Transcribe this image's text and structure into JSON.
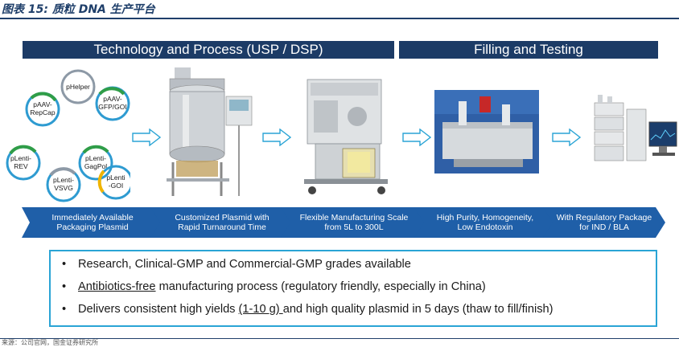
{
  "figure_title": "图表 15: 质粒 DNA 生产平台",
  "headers": {
    "left": "Technology and Process (USP / DSP)",
    "right": "Filling and Testing"
  },
  "plasmids": [
    "pHelper",
    "pAAV-\nRepCap",
    "pAAV-\nGFP/GOI",
    "pLenti-\nREV",
    "pLenti-\nGagPol",
    "pLenti-\nVSVG",
    "pLenti\n-GOI"
  ],
  "steps": [
    {
      "line1": "Immediately Available",
      "line2": "Packaging Plasmid"
    },
    {
      "line1": "Customized Plasmid with",
      "line2": "Rapid Turnaround Time"
    },
    {
      "line1": "Flexible Manufacturing Scale",
      "line2": "from 5L to 300L"
    },
    {
      "line1": "High Purity, Homogeneity,",
      "line2": "Low Endotoxin"
    },
    {
      "line1": "With Regulatory Package",
      "line2": "for IND / BLA"
    }
  ],
  "bullets": [
    {
      "pre": "Research, Clinical-GMP and Commercial-GMP grades available",
      "u": "",
      "post": ""
    },
    {
      "pre": "",
      "u": "Antibiotics-free",
      "post": " manufacturing process (regulatory friendly, especially in China)"
    },
    {
      "pre": "Delivers consistent high yields ",
      "u": "(1-10 g) ",
      "post": "and high quality plasmid in 5 days (thaw to fill/finish)"
    }
  ],
  "source": "来源：公司官网，国金证券研究所",
  "colors": {
    "header_bg": "#1c3b66",
    "chevron": "#1f5fa8",
    "accent": "#2aa4d5"
  }
}
